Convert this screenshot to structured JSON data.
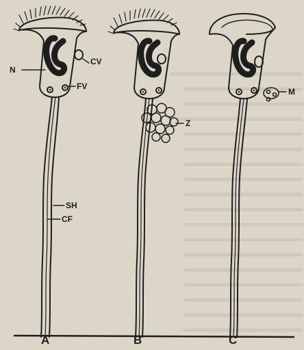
{
  "panels": [
    {
      "label": "A"
    },
    {
      "label": "B"
    },
    {
      "label": "C"
    }
  ],
  "annotations": {
    "N": "N",
    "CV": "CV",
    "FV": "FV",
    "SH": "SH",
    "CF": "CF",
    "Z": "Z",
    "M": "M"
  },
  "colors": {
    "ink": "#1e1e1e",
    "paper": "#dcd6c9",
    "text_bleed": "#c9c2b4"
  }
}
